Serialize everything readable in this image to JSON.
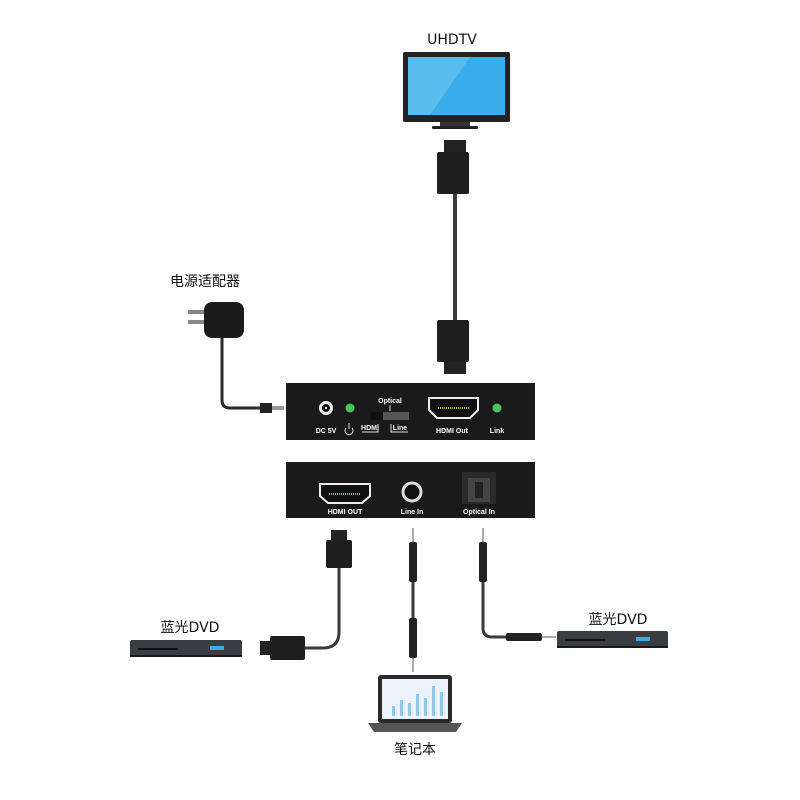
{
  "labels": {
    "tv": "UHDTV",
    "power_adapter": "电源适配器",
    "dvd_left": "蓝光DVD",
    "dvd_right": "蓝光DVD",
    "laptop": "笔记本"
  },
  "device_front": {
    "dc": "DC 5V",
    "optical": "Optical",
    "hdmi": "HDMI",
    "line": "Line",
    "hdmi_out": "HDMI Out",
    "link": "Link"
  },
  "device_back": {
    "hdmi_out": "HDMI OUT",
    "line_in": "Line In",
    "optical_in": "Optical In"
  },
  "colors": {
    "device": "#1a1a1a",
    "led": "#4cc25a",
    "cable": "#3a3a3a"
  }
}
